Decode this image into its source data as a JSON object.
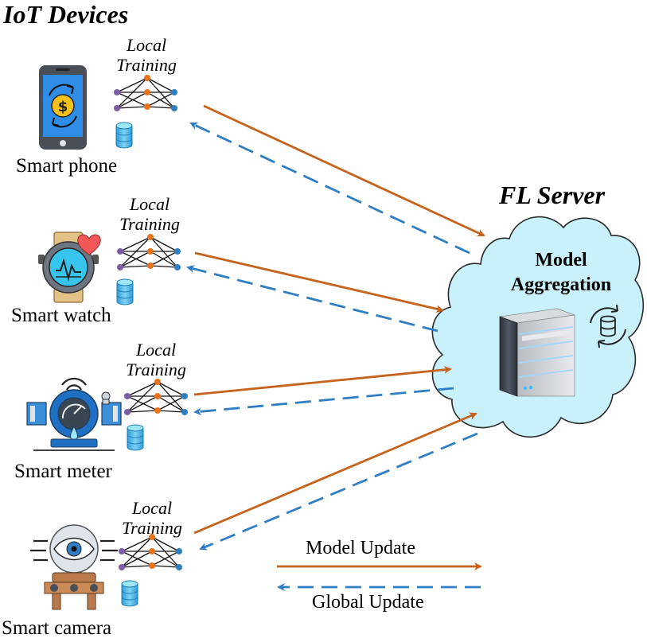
{
  "title": "IoT Devices",
  "server": {
    "title": "FL Server",
    "label_line1": "Model",
    "label_line2": "Aggregation",
    "icon": "server-rack-icon",
    "sync_icon": "database-sync-icon"
  },
  "local_training": {
    "line1": "Local",
    "line2": "Training"
  },
  "devices": [
    {
      "name": "Smart phone",
      "icon": "smartphone-payment-icon"
    },
    {
      "name": "Smart watch",
      "icon": "smartwatch-heart-icon"
    },
    {
      "name": "Smart meter",
      "icon": "water-meter-icon"
    },
    {
      "name": "Smart camera",
      "icon": "security-camera-icon"
    }
  ],
  "legend": {
    "model_update": "Model Update",
    "global_update": "Global Update"
  },
  "colors": {
    "model_update": "#c5621c",
    "global_update": "#2f7ec3",
    "cloud_fill": "#c9f1fb",
    "cloud_stroke": "#2a2a2a",
    "nn_input": "#7b5ea7",
    "nn_hidden": "#e8731a",
    "nn_output": "#2f7ec3"
  }
}
